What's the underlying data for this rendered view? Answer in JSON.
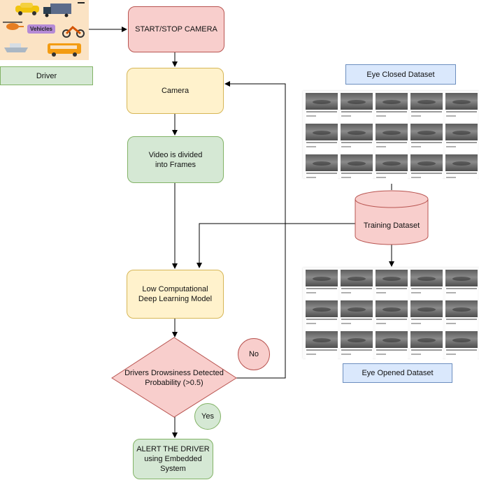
{
  "nodes": {
    "start_stop": "START/STOP CAMERA",
    "camera": "Camera",
    "frames": "Video is divided\ninto Frames",
    "model": "Low Computational\nDeep Learning Model",
    "decision": "Drivers Drowsiness Detected\nProbability (>0.5)",
    "alert": "ALERT THE DRIVER\nusing Embedded\nSystem",
    "training": "Training Dataset"
  },
  "labels": {
    "driver": "Driver",
    "no": "No",
    "yes": "Yes",
    "eye_closed": "Eye Closed Dataset",
    "eye_opened": "Eye Opened Dataset"
  },
  "vehicles_panel": {
    "badge": "Vehicles"
  },
  "colors": {
    "red_fill": "#f8cecc",
    "red_stroke": "#b85450",
    "yellow_fill": "#fff2cc",
    "yellow_stroke": "#d6b656",
    "green_fill": "#d5e8d4",
    "green_stroke": "#82b366",
    "blue_fill": "#dae8fc",
    "blue_stroke": "#6c8ebf",
    "vehicles_bg": "#fbe3c4",
    "vehicles_badge": "#b58ad6"
  }
}
